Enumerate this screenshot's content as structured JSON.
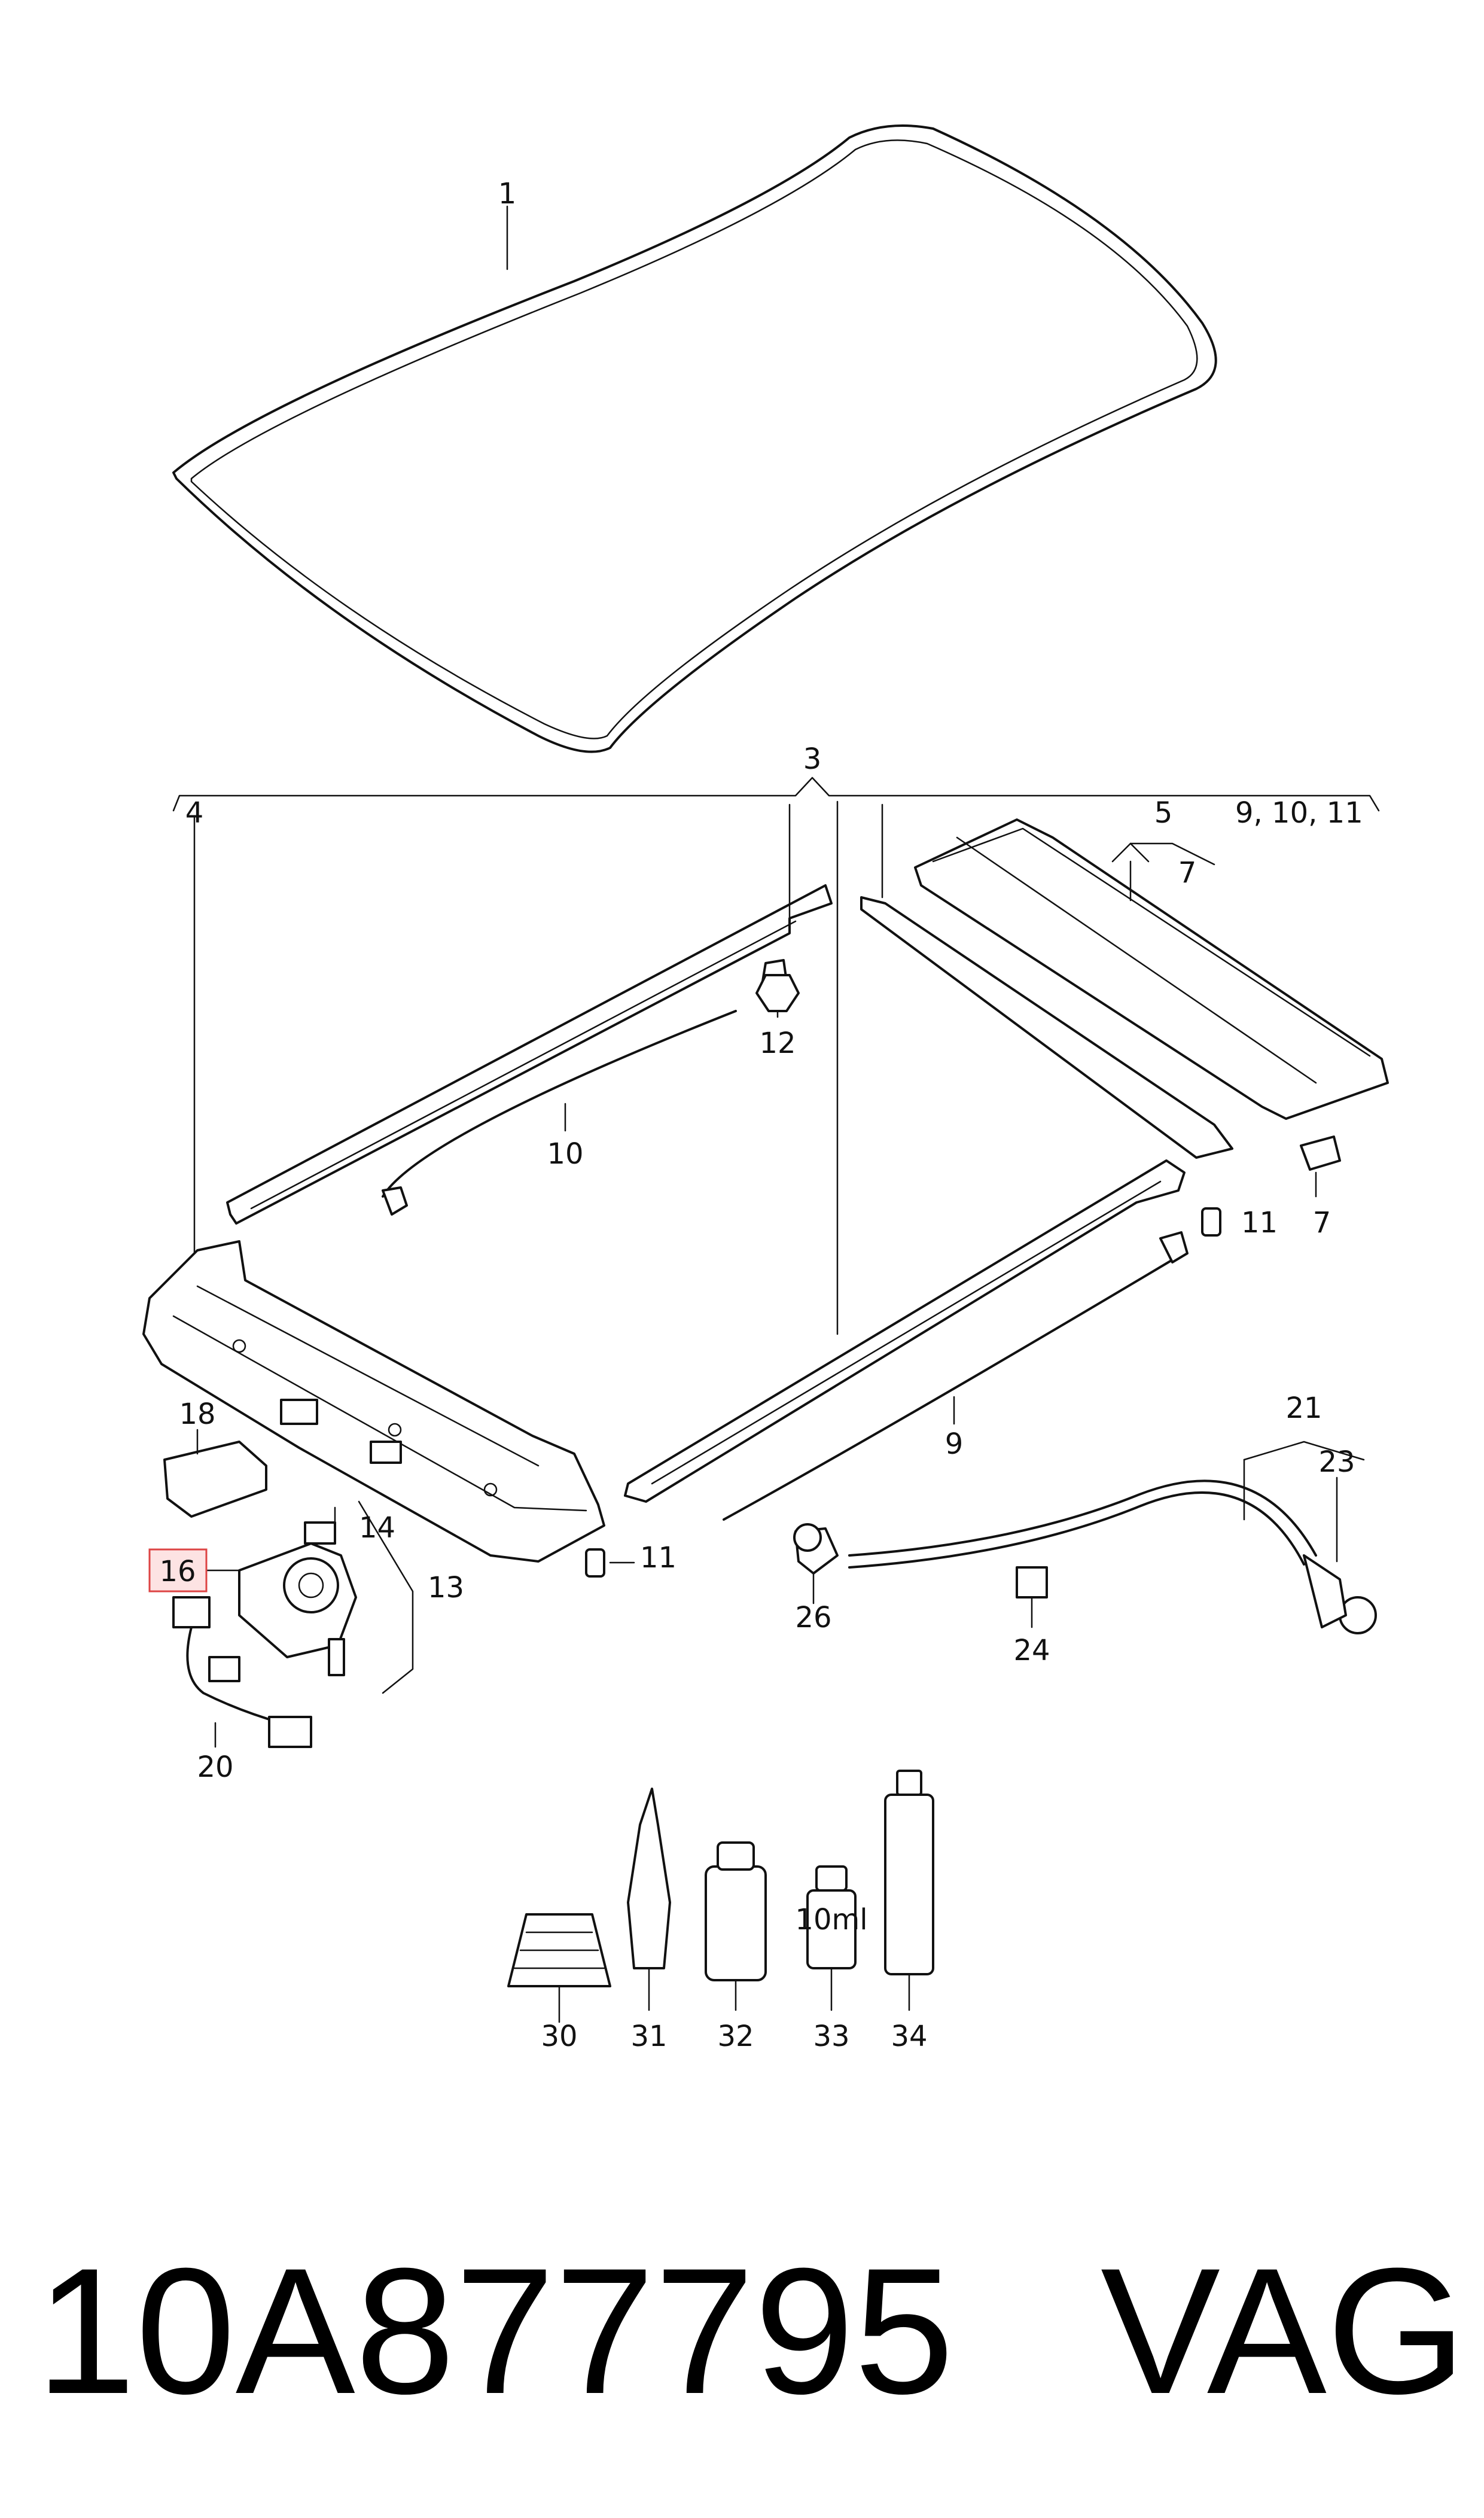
{
  "labels": {
    "l1": "1",
    "l3": "3",
    "l4": "4",
    "l5": "5",
    "l7a": "7",
    "l7b": "7",
    "l91011": "9, 10, 11",
    "l12": "12",
    "l10": "10",
    "l11a": "11",
    "l11b": "11",
    "l9": "9",
    "l18": "18",
    "l14": "14",
    "l16": "16",
    "l13": "13",
    "l20": "20",
    "l21": "21",
    "l23": "23",
    "l26": "26",
    "l24": "24",
    "l30": "30",
    "l31": "31",
    "l32": "32",
    "l33": "33",
    "l34": "34"
  },
  "bottle_label": "10ml",
  "footer": {
    "part_number": "10A877795",
    "brand": "VAG"
  },
  "highlight_color": "#fde3e3"
}
